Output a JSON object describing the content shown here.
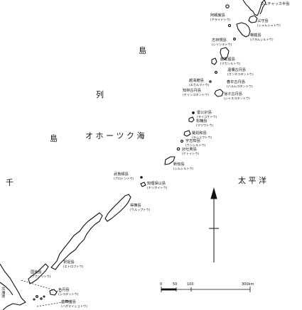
{
  "sea_labels": {
    "okhotsk": "オ ホ ー ツ ク 海",
    "pacific": "太 平 洋",
    "chishima_chars": [
      "千",
      "島",
      "列",
      "島"
    ]
  },
  "islands": {
    "kamchatka": {
      "name": "カムチャッカ半島"
    },
    "alaid": {
      "name": "阿頼度島",
      "kana": "(アライドトウ)"
    },
    "shimushu": {
      "name": "占守島",
      "kana": "(シュムシュトウ)"
    },
    "paramushiru": {
      "name": "幌筵島",
      "kana": "(パラムシルトウ)"
    },
    "shirinki": {
      "name": "志林規島",
      "kana": "(シリンキトウ)"
    },
    "makanru": {
      "name": "磨勘留島",
      "kana": "(マカンルトウ)"
    },
    "onnekotan": {
      "name": "温禰古丹島",
      "kana": "(オンネコタントウ)"
    },
    "harumukotan": {
      "name": "春牟古丹島",
      "kana": "(ハルムコタントウ)"
    },
    "ekarma": {
      "name": "越渇磨島",
      "kana": "(エカルマトウ)"
    },
    "chirinkotan": {
      "name": "知林古丹島",
      "kana": "(チリンコタントウ)"
    },
    "shasukotan": {
      "name": "捨子古丹島",
      "kana": "(シャスコタントウ)"
    },
    "raikoke": {
      "name": "雷公計島",
      "kana": "(ライコケトウ)"
    },
    "matsuwa": {
      "name": "松輪島",
      "kana": "(マツワトウ)"
    },
    "rashowa": {
      "name": "羅処和島",
      "kana": "(ラショワトウ)"
    },
    "ushishiru": {
      "name": "宇志知島",
      "kana": "(ウシシルトウ)"
    },
    "ketoi": {
      "name": "計吐夷島",
      "kana": "(ケトイトウ)"
    },
    "shimushiru": {
      "name": "新知島",
      "kana": "(シムシルトウ)"
    },
    "buroton": {
      "name": "武魯頓島",
      "kana": "(ブロトントウ)"
    },
    "chirihoi": {
      "name": "知理保以島",
      "kana": "(チリホイトウ)"
    },
    "uruppu": {
      "name": "得撫島",
      "kana": "(ウルップトウ)"
    },
    "etorofu": {
      "name": "択捉島",
      "kana": "(エトロフトウ)"
    },
    "kunashiri": {
      "name": "国後島",
      "kana": "(クナシリトウ)"
    },
    "habomai": {
      "name": "歯舞諸島",
      "kana": "(ハボマイショトウ)"
    },
    "shikotan": {
      "name": "色丹島",
      "kana": "(シコタントウ)"
    },
    "hokkaido": {
      "name": "北海道"
    }
  },
  "scale": {
    "ticks": [
      "0",
      "50",
      "100",
      "300km"
    ],
    "tick_values_km": [
      0,
      50,
      100,
      300
    ]
  }
}
